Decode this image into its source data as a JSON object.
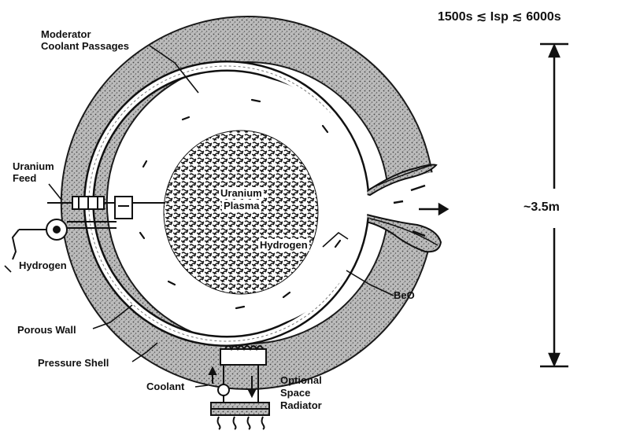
{
  "title_formula": "1500s ≲ Isp ≲ 6000s",
  "labels": {
    "moderator_line1": "Moderator",
    "moderator_line2": "Coolant Passages",
    "uranium_feed_line1": "Uranium",
    "uranium_feed_line2": "Feed",
    "hydrogen_inlet": "Hydrogen",
    "uranium_plasma_line1": "Uranium",
    "uranium_plasma_line2": "Plasma",
    "hydrogen_flow": "Hydrogen",
    "beo": "BeO",
    "porous_wall": "Porous Wall",
    "pressure_shell": "Pressure Shell",
    "coolant": "Coolant",
    "radiator_line1": "Optional",
    "radiator_line2": "Space",
    "radiator_line3": "Radiator"
  },
  "dimension": "~3.5m"
}
